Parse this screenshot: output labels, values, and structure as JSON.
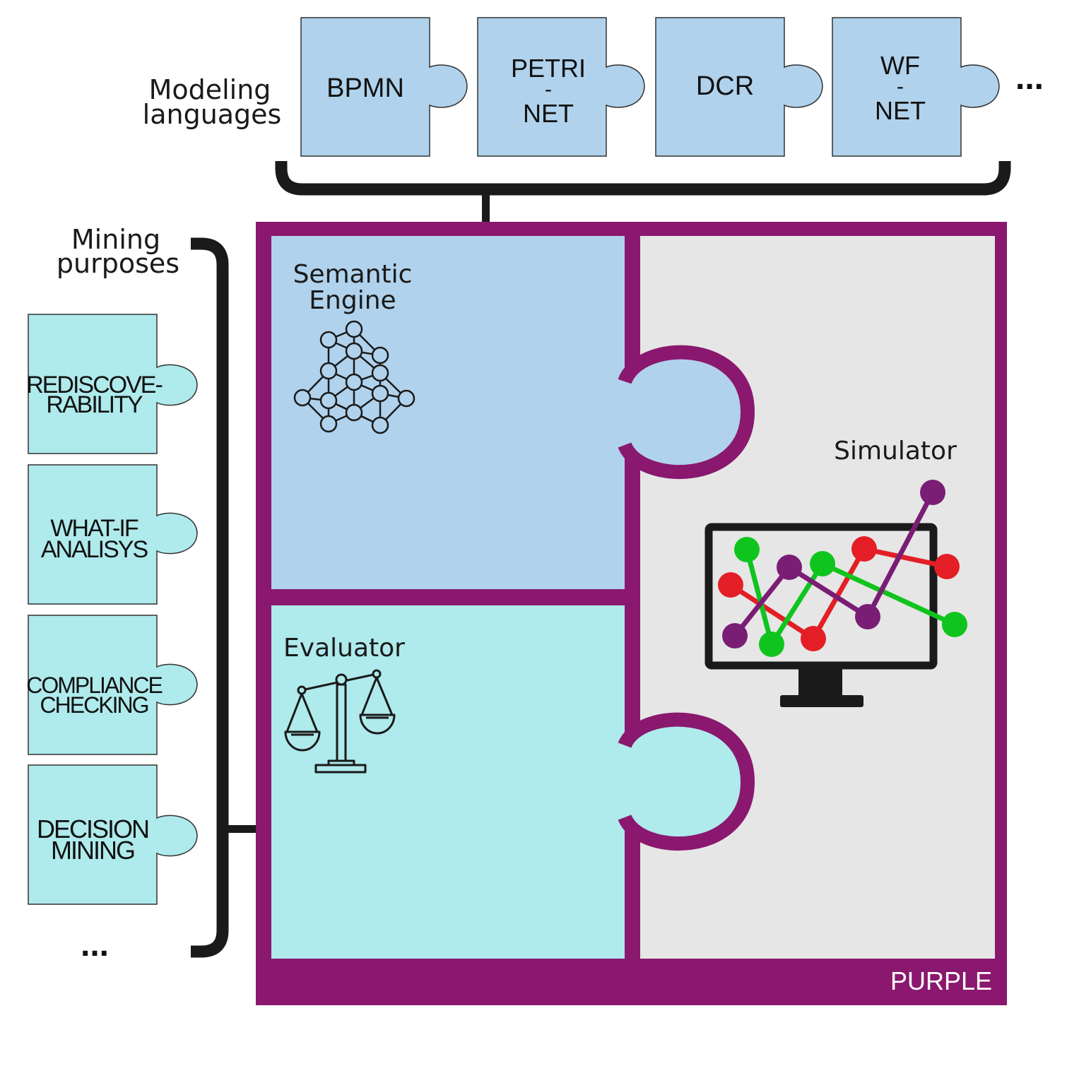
{
  "modeling": {
    "title_line1": "Modeling",
    "title_line2": "languages",
    "pieces": [
      {
        "line1": "BPMN",
        "line2": "",
        "line3": ""
      },
      {
        "line1": "PETRI",
        "line2": "-",
        "line3": "NET"
      },
      {
        "line1": "DCR",
        "line2": "",
        "line3": ""
      },
      {
        "line1": "WF",
        "line2": "-",
        "line3": "NET"
      }
    ],
    "more": "..."
  },
  "mining": {
    "title_line1": "Mining",
    "title_line2": "purposes",
    "pieces": [
      {
        "line1": "REDISCOVE-",
        "line2": "RABILITY"
      },
      {
        "line1": "WHAT-IF",
        "line2": "ANALISYS"
      },
      {
        "line1": "COMPLIANCE",
        "line2": "CHECKING"
      },
      {
        "line1": "DECISION",
        "line2": "MINING"
      }
    ],
    "more": "..."
  },
  "framework": {
    "name": "PURPLE",
    "semantic_engine_line1": "Semantic",
    "semantic_engine_line2": "Engine",
    "evaluator": "Evaluator",
    "simulator": "Simulator"
  },
  "icons": {
    "semantic_engine": "neural-network-icon",
    "evaluator": "balance-scale-icon",
    "simulator": "monitor-graph-icon"
  },
  "colors": {
    "purple": "#8a186e",
    "light_blue": "#b0d2ec",
    "cyan": "#afeaec",
    "gray": "#e6e6e6",
    "red": "#e41e26",
    "green": "#10c41e",
    "violet": "#7a1d74"
  }
}
